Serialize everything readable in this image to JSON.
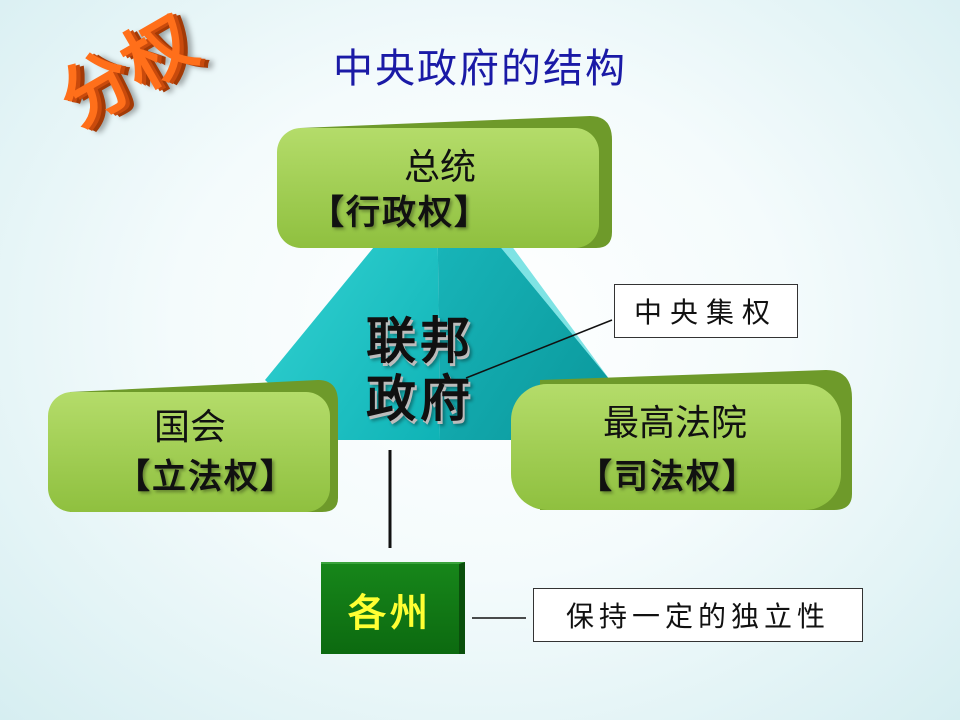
{
  "title": "中央政府的结构",
  "stamp_text": "分权",
  "center": {
    "line1": "联邦",
    "line2": "政府"
  },
  "executive": {
    "name": "总统",
    "power": "【行政权】"
  },
  "legislative": {
    "name": "国会",
    "power": "【立法权】"
  },
  "judicial": {
    "name": "最高法院",
    "power": "【司法权】"
  },
  "callout_central": "中央集权",
  "states": {
    "label": "各州",
    "note": "保持一定的独立性"
  },
  "colors": {
    "box_green": "#9ccc4e",
    "pyramid_cyan": "#19c6c9",
    "title_blue": "#1a1aa6",
    "stamp_orange": "#ff6f1a",
    "state_green": "#12801a",
    "state_text": "#ffff33"
  }
}
